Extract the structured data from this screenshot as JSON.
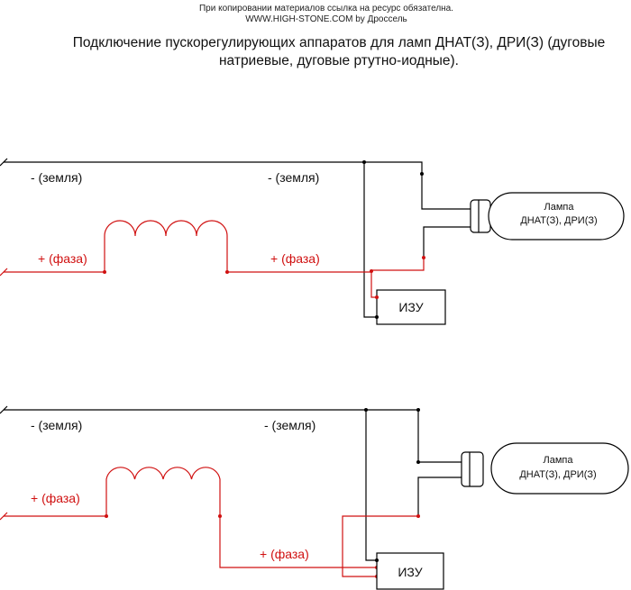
{
  "header": {
    "line1": "При копировании материалов ссылка на ресурс обязателна.",
    "line2": "WWW.HIGH-STONE.COM by Дроссель"
  },
  "title": {
    "line1": "Подключение пускорегулирующих аппаратов для ламп ДНАТ(З), ДРИ(З) (дуговые",
    "line2": "натриевые, дуговые ртутно-иодные)."
  },
  "labels": {
    "ground": "- (земля)",
    "phase": "+ (фаза)",
    "lamp_line1": "Лампа",
    "lamp_line2": "ДНАТ(З), ДРИ(З)",
    "igniter": "ИЗУ"
  },
  "colors": {
    "ground_wire": "#000000",
    "phase_wire": "#d01010"
  }
}
